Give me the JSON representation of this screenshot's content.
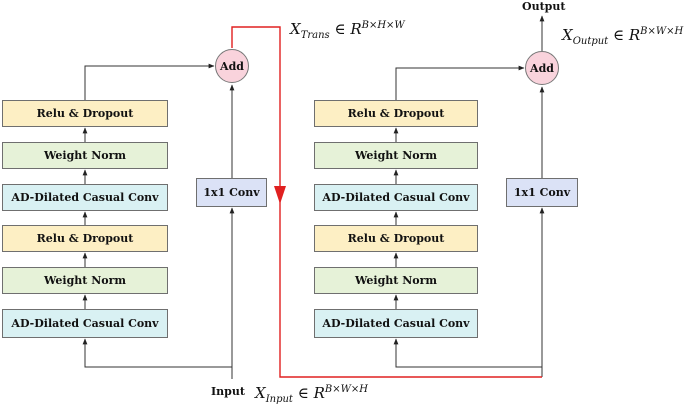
{
  "left_block": {
    "layers": [
      "Relu & Dropout",
      "Weight Norm",
      "AD-Dilated Casual Conv",
      "Relu & Dropout",
      "Weight Norm",
      "AD-Dilated Casual Conv"
    ],
    "residual_conv": "1x1 Conv",
    "add": "Add"
  },
  "right_block": {
    "layers": [
      "Relu & Dropout",
      "Weight Norm",
      "AD-Dilated Casual Conv",
      "Relu & Dropout",
      "Weight Norm",
      "AD-Dilated Casual Conv"
    ],
    "residual_conv": "1x1 Conv",
    "add": "Add"
  },
  "labels": {
    "input": "Input",
    "output": "Output"
  },
  "equations": {
    "trans": {
      "var": "X",
      "sub": "Trans",
      "set": "R",
      "sup": "B×H×W"
    },
    "input": {
      "var": "X",
      "sub": "Input",
      "set": "R",
      "sup": "B×W×H"
    },
    "output": {
      "var": "X",
      "sub": "Output",
      "set": "R",
      "sup": "B×W×H"
    }
  },
  "colors": {
    "relu": "#fdefc4",
    "weight_norm": "#e6f2d8",
    "dilated_conv": "#d9f1f3",
    "conv1x1": "#dbe2f6",
    "add": "#f9d3dc",
    "transfer_line": "#e02020"
  }
}
